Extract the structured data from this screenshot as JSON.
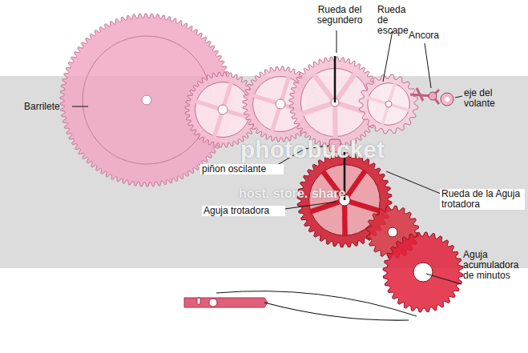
{
  "diagram": {
    "labels": [
      "Barrilete",
      "Rueda del segundero",
      "Rueda de escape",
      "Ancora",
      "eje del volante",
      "piñon oscilante",
      "Aguja trotadora",
      "Rueda de la Aguja trotadora",
      "Aguja acumuladora de minutos",
      "photobucket",
      "host. store. share."
    ]
  }
}
